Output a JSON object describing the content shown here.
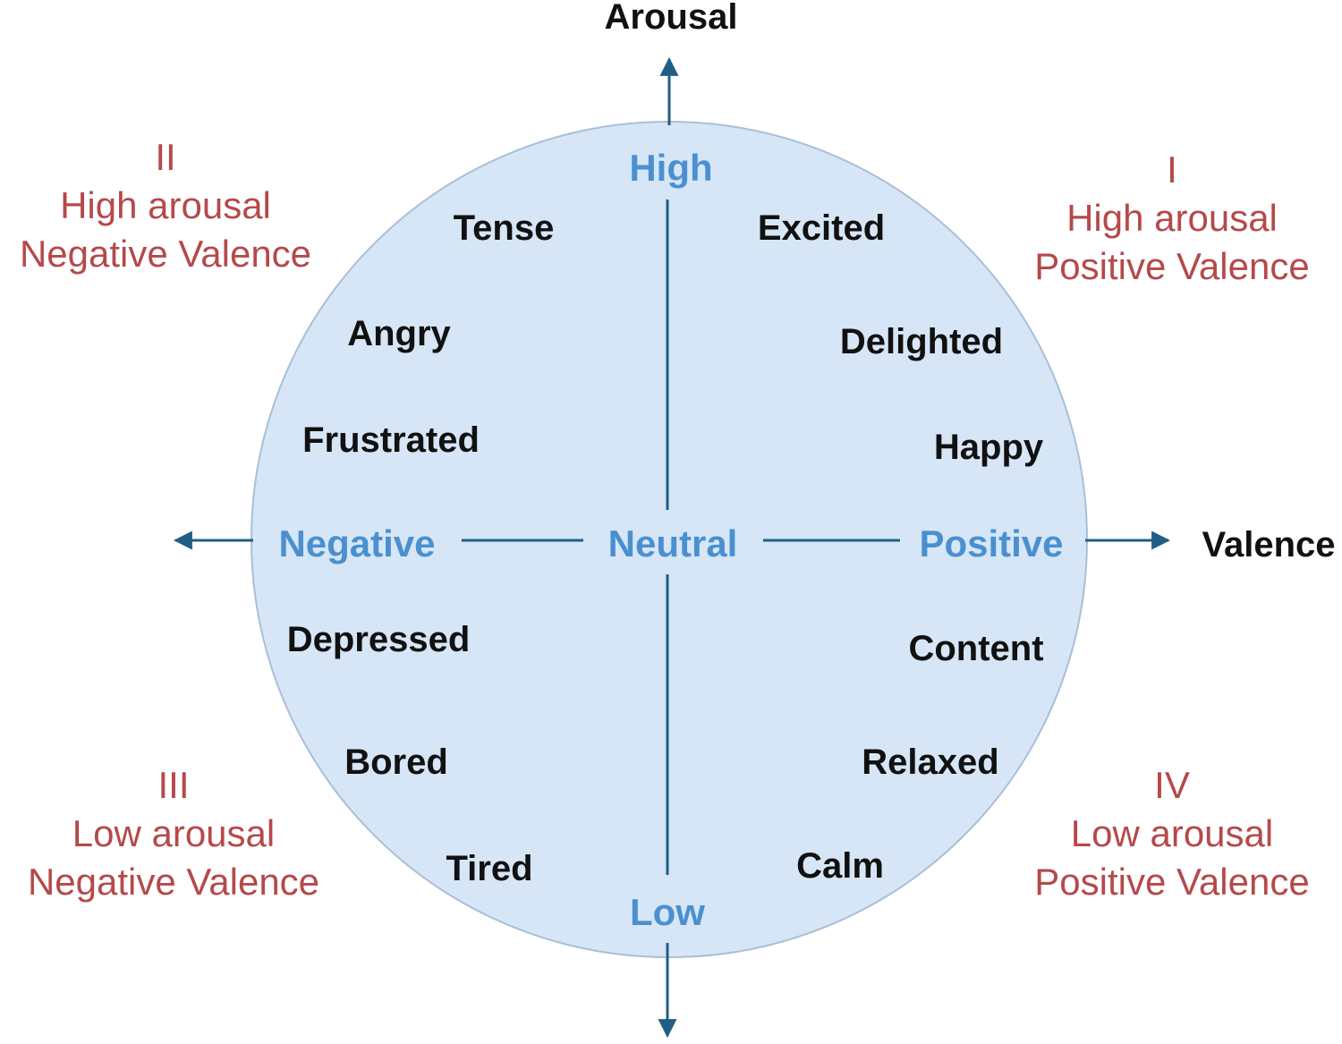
{
  "colors": {
    "circle_fill": "#d6e6f6",
    "circle_stroke": "#aabfd6",
    "axis_line": "#1f5f86",
    "pole_label": "#4a90d0",
    "quadrant_label": "#b5494a",
    "emotion_text": "#111111"
  },
  "axes": {
    "vertical_title": "Arousal",
    "horizontal_title": "Valence"
  },
  "poles": {
    "top": "High",
    "bottom": "Low",
    "left": "Negative",
    "right": "Positive",
    "center": "Neutral"
  },
  "quadrants": {
    "q1": {
      "numeral": "I",
      "line1": "High arousal",
      "line2": "Positive Valence"
    },
    "q2": {
      "numeral": "II",
      "line1": "High arousal",
      "line2": "Negative Valence"
    },
    "q3": {
      "numeral": "III",
      "line1": "Low arousal",
      "line2": "Negative Valence"
    },
    "q4": {
      "numeral": "IV",
      "line1": "Low arousal",
      "line2": "Positive Valence"
    }
  },
  "emotions": {
    "tense": "Tense",
    "angry": "Angry",
    "frustrated": "Frustrated",
    "excited": "Excited",
    "delighted": "Delighted",
    "happy": "Happy",
    "depressed": "Depressed",
    "bored": "Bored",
    "tired": "Tired",
    "content": "Content",
    "relaxed": "Relaxed",
    "calm": "Calm"
  }
}
